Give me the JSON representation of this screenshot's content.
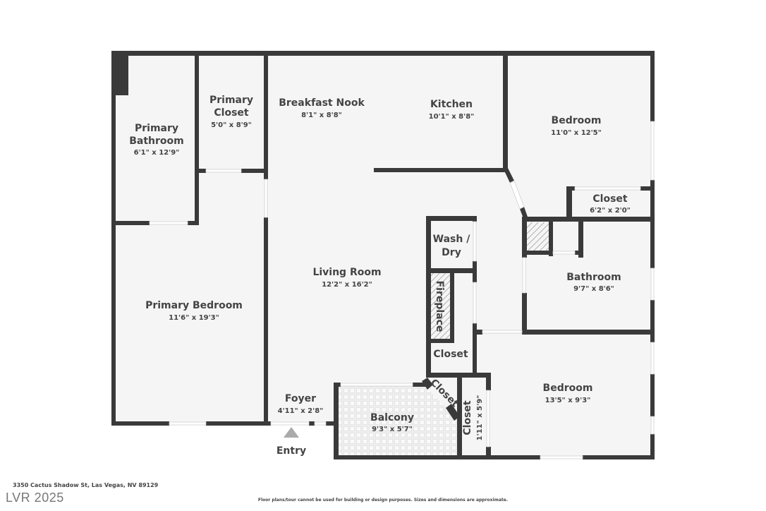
{
  "floorplan": {
    "rooms": [
      {
        "name": "Primary Bathroom",
        "dims": "6'1\" x 12'9\""
      },
      {
        "name": "Primary Closet",
        "dims": "5'0\" x 8'9\""
      },
      {
        "name": "Breakfast Nook",
        "dims": "8'1\" x 8'8\""
      },
      {
        "name": "Kitchen",
        "dims": "10'1\" x 8'8\""
      },
      {
        "name": "Bedroom",
        "dims": "11'0\" x 12'5\""
      },
      {
        "name": "Closet",
        "dims": "6'2\" x 2'0\""
      },
      {
        "name": "Wash / Dry",
        "dims": ""
      },
      {
        "name": "Bathroom",
        "dims": "9'7\" x 8'6\""
      },
      {
        "name": "Living Room",
        "dims": "12'2\" x 16'2\""
      },
      {
        "name": "Fireplace",
        "dims": ""
      },
      {
        "name": "Primary Bedroom",
        "dims": "11'6\" x 19'3\""
      },
      {
        "name": "Closet",
        "dims": ""
      },
      {
        "name": "Bedroom",
        "dims": "13'5\" x 9'3\""
      },
      {
        "name": "Foyer",
        "dims": "4'11\" x 2'8\""
      },
      {
        "name": "Balcony",
        "dims": "9'3\" x 5'7\""
      },
      {
        "name": "Closet",
        "dims": ""
      },
      {
        "name": "Closet",
        "dims": "1'11\" x 5'9\""
      }
    ],
    "entry_label": "Entry",
    "colors": {
      "wall": "#3a3a3a",
      "floor": "#f5f5f5",
      "hatch": "#888888",
      "entry_arrow": "#aaaaaa"
    }
  },
  "footer": {
    "address": "3350 Cactus Shadow St, Las Vegas, NV 89129",
    "disclaimer": "Floor plans/tour cannot be used for building or design purposes. Sizes and dimensions are approximate.",
    "watermark": "LVR 2025"
  }
}
